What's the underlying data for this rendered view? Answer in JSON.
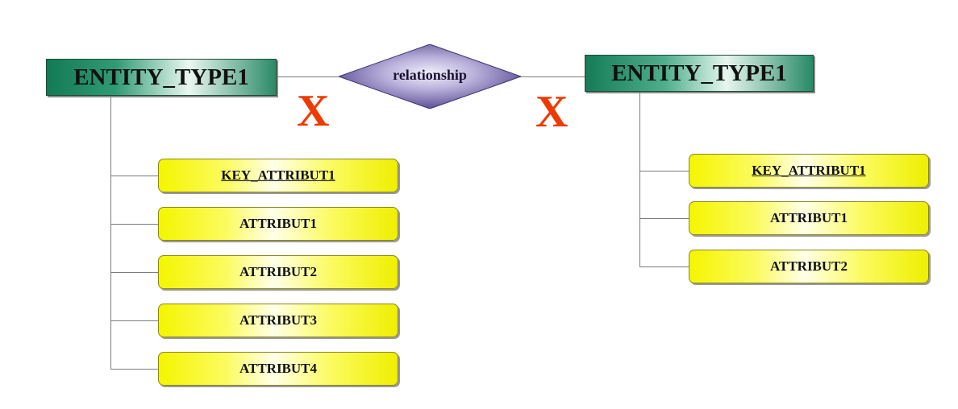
{
  "diagram": {
    "relationship": {
      "label": "relationship"
    },
    "left_entity": {
      "name": "ENTITY_TYPE1",
      "cardinality": "X",
      "attributes": [
        "KEY_ATTRIBUT1",
        "ATTRIBUT1",
        "ATTRIBUT2",
        "ATTRIBUT3",
        "ATTRIBUT4"
      ]
    },
    "right_entity": {
      "name": "ENTITY_TYPE1",
      "cardinality": "X",
      "attributes": [
        "KEY_ATTRIBUT1",
        "ATTRIBUT1",
        "ATTRIBUT2"
      ]
    },
    "colors": {
      "entity_fill": "#137a55",
      "attribute_fill": "#f5f500",
      "relationship_fill": "#6a5d9e",
      "cardinality": "#ee3a00"
    }
  }
}
